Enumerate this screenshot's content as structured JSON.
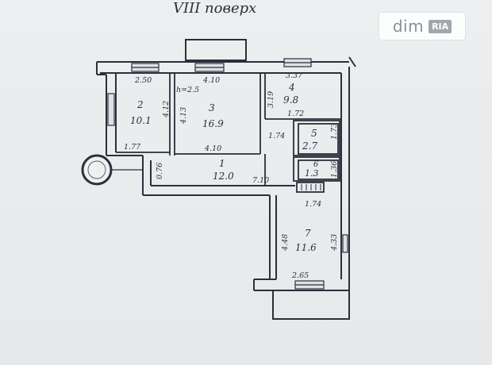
{
  "title": "VIII поверх",
  "logo": {
    "brand": "dim",
    "badge": "RIA"
  },
  "rooms": [
    {
      "id": "1",
      "area": "12.0"
    },
    {
      "id": "2",
      "area": "10.1"
    },
    {
      "id": "3",
      "area": "16.9"
    },
    {
      "id": "4",
      "area": "9.8"
    },
    {
      "id": "5",
      "area": "2.7"
    },
    {
      "id": "6",
      "area": "1.3"
    },
    {
      "id": "7",
      "area": "11.6"
    }
  ],
  "dimensions": {
    "d_2_50": "2.50",
    "d_4_10_top": "4.10",
    "d_h_2_5": "h=2.5",
    "d_3_37": "3.37",
    "d_4_12": "4.12",
    "d_4_13": "4.13",
    "d_3_19": "3.19",
    "d_1_72": "1.72",
    "d_1_77": "1.77",
    "d_4_10_bottom": "4.10",
    "d_1_74_mid": "1.74",
    "d_1_73": "1.73",
    "d_1_36": "1.36",
    "d_7_10": "7.10",
    "d_0_76": "0.76",
    "d_1_74_low": "1.74",
    "d_4_48": "4.48",
    "d_4_33": "4.33",
    "d_2_65": "2.65"
  },
  "colors": {
    "ink": "#2b2f3a",
    "paper": "#e9eaec"
  }
}
